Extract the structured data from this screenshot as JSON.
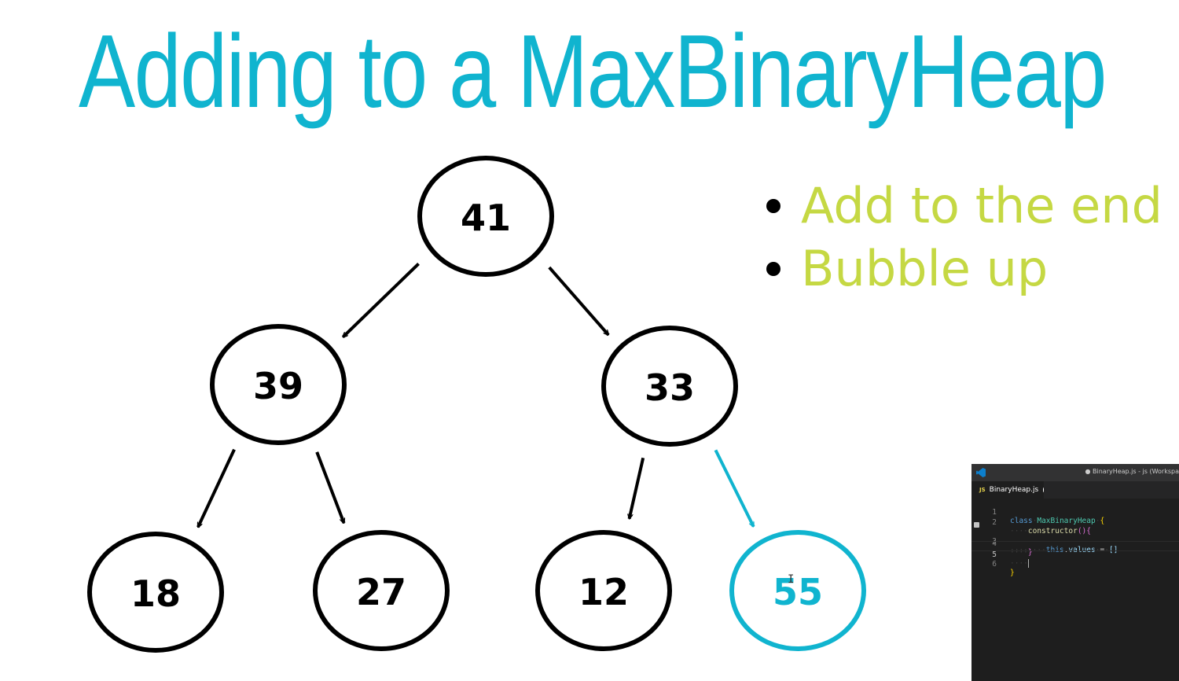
{
  "title": "Adding to a MaxBinaryHeap",
  "bullets": [
    "Add to the end",
    "Bubble up"
  ],
  "colors": {
    "accent": "#10b4cf",
    "bullet_text": "#c5d843",
    "node": "#000000"
  },
  "tree": {
    "nodes": [
      {
        "id": "n41",
        "label": "41",
        "highlight": false
      },
      {
        "id": "n39",
        "label": "39",
        "highlight": false
      },
      {
        "id": "n33",
        "label": "33",
        "highlight": false
      },
      {
        "id": "n18",
        "label": "18",
        "highlight": false
      },
      {
        "id": "n27",
        "label": "27",
        "highlight": false
      },
      {
        "id": "n12",
        "label": "12",
        "highlight": false
      },
      {
        "id": "n55",
        "label": "55",
        "highlight": true
      }
    ],
    "edges": [
      {
        "from": "n41",
        "to": "n39",
        "highlight": false
      },
      {
        "from": "n41",
        "to": "n33",
        "highlight": false
      },
      {
        "from": "n39",
        "to": "n18",
        "highlight": false
      },
      {
        "from": "n39",
        "to": "n27",
        "highlight": false
      },
      {
        "from": "n33",
        "to": "n12",
        "highlight": false
      },
      {
        "from": "n33",
        "to": "n55",
        "highlight": true
      }
    ]
  },
  "editor": {
    "window_title": "● BinaryHeap.js - js (Workspa",
    "tab_badge": "JS",
    "tab_label": "BinaryHeap.js",
    "line_numbers": [
      "1",
      "2",
      "3",
      "4",
      "5",
      "6"
    ],
    "tokens": {
      "class_kw": "class",
      "class_name": "MaxBinaryHeap",
      "open_brace": "{",
      "ctor": "constructor",
      "parens": "()",
      "this_kw": "this",
      "dot": ".",
      "values_prop": "values",
      "assign": "=",
      "array": "[]",
      "close_brace": "}"
    }
  }
}
